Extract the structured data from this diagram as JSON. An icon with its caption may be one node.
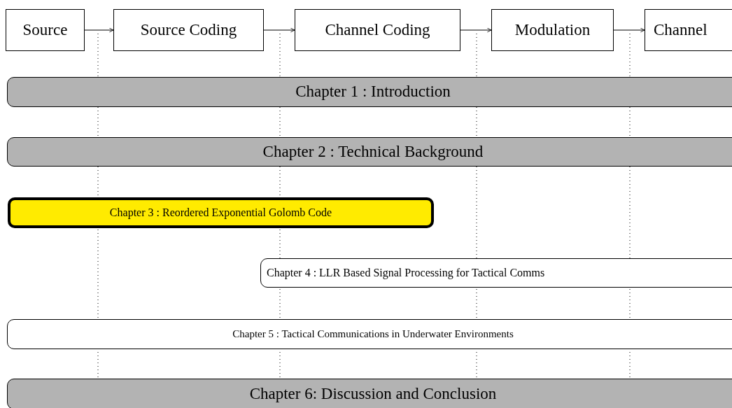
{
  "diagram": {
    "nodes": [
      {
        "text": [
          "Source"
        ]
      },
      {
        "text": [
          "Source Coding"
        ]
      },
      {
        "text": [
          "Channel Coding"
        ]
      },
      {
        "text": [
          "Modulation"
        ]
      },
      {
        "text": [
          "Channel"
        ]
      },
      {
        "text": [
          "Chapter 1 : Introduction"
        ]
      },
      {
        "text": [
          "Chapter 2 : Technical Background"
        ]
      },
      {
        "text": [
          "Chapter 3 : Reordered Exponential Golomb Code"
        ]
      },
      {
        "text": [
          "Chapter 4 : LLR Based Signal Processing for Tactical Comms"
        ]
      },
      {
        "text": [
          "Chapter 5 : Tactical Communications in Underwater Environments"
        ]
      },
      {
        "text": [
          "Chapter 6: Discussion and Conclusion"
        ]
      }
    ],
    "edges": [
      {
        "from": 0,
        "to": 1,
        "arrow": "to"
      },
      {
        "from": 1,
        "to": 2,
        "arrow": "to"
      },
      {
        "from": 2,
        "to": 3,
        "arrow": "to"
      },
      {
        "from": 3,
        "to": 4,
        "arrow": "to"
      }
    ]
  }
}
